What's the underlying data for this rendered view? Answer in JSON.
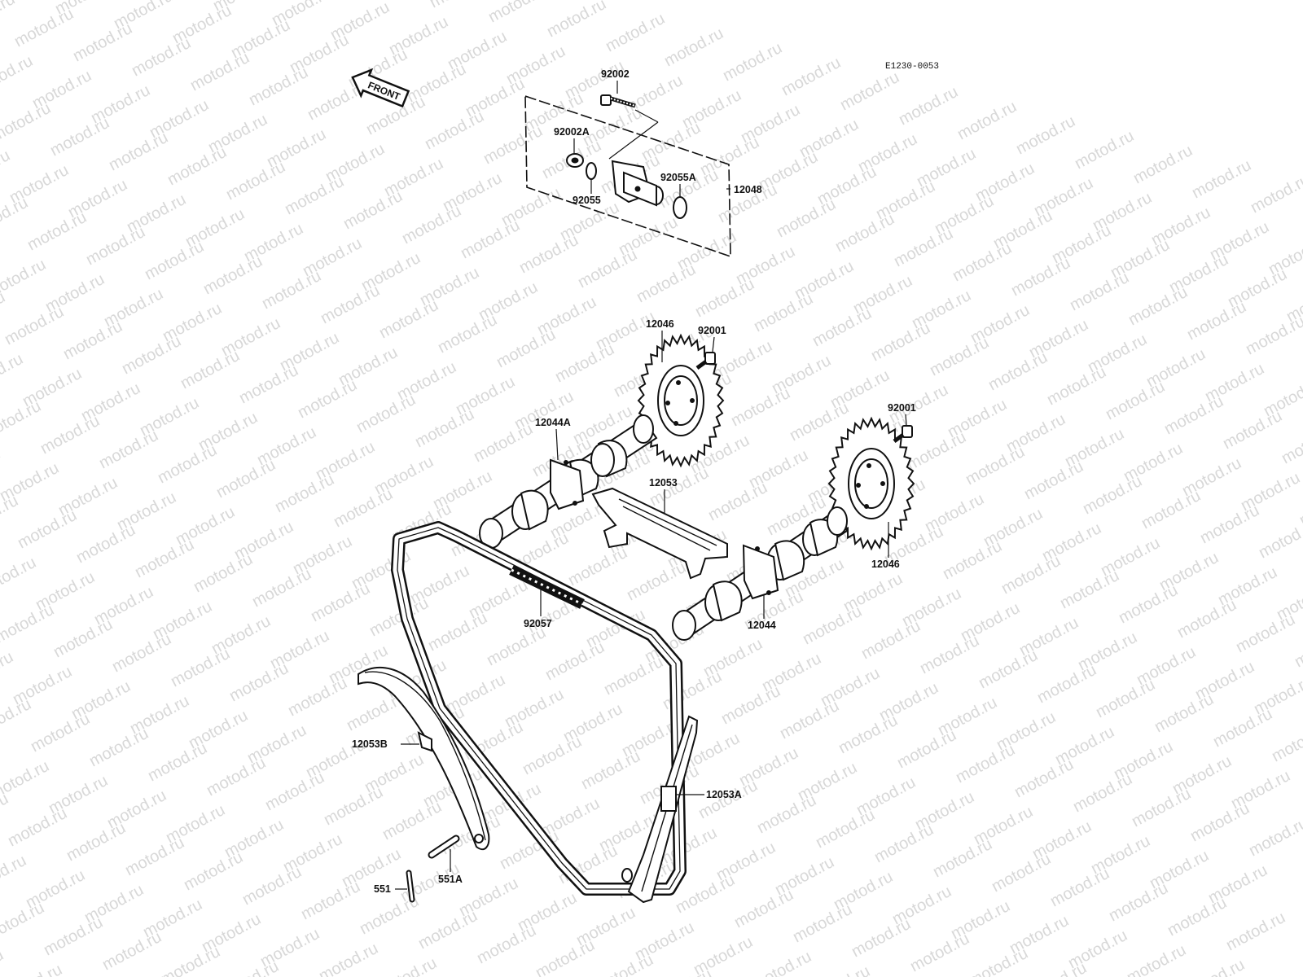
{
  "diagram": {
    "code": "E1230-0053",
    "watermark_text": "motod.ru",
    "front_arrow_label": "FRONT",
    "parts": {
      "p92002": "92002",
      "p92002A": "92002A",
      "p92055": "92055",
      "p92055A": "92055A",
      "p12048": "12048",
      "p12046_top": "12046",
      "p92001_top": "92001",
      "p92001_right": "92001",
      "p12044A": "12044A",
      "p12053": "12053",
      "p12046_right": "12046",
      "p92057": "92057",
      "p12044": "12044",
      "p12053B": "12053B",
      "p12053A": "12053A",
      "p551A": "551A",
      "p551": "551"
    }
  }
}
